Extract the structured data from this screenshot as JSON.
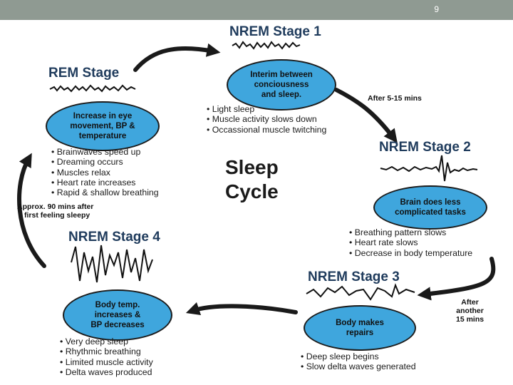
{
  "slide": {
    "number": "9"
  },
  "diagram": {
    "center_title": [
      "Sleep",
      "Cycle"
    ],
    "stages": {
      "nrem1": {
        "title": "NREM Stage 1",
        "bubble": [
          "Interim between",
          "conciousness",
          "and sleep."
        ],
        "bullets": [
          "Light sleep",
          "Muscle activity slows down",
          "Occassional muscle twitching"
        ]
      },
      "nrem2": {
        "title": "NREM Stage 2",
        "bubble": [
          "Brain does less",
          "complicated tasks"
        ],
        "bullets": [
          "Breathing pattern slows",
          "Heart rate slows",
          "Decrease in body temperature"
        ]
      },
      "nrem3": {
        "title": "NREM Stage 3",
        "bubble": [
          "Body makes",
          "repairs"
        ],
        "bullets": [
          "Deep sleep begins",
          "Slow delta waves generated"
        ]
      },
      "nrem4": {
        "title": "NREM Stage 4",
        "bubble": [
          "Body temp.",
          "increases &",
          "BP decreases"
        ],
        "bullets": [
          "Very deep sleep",
          "Rhythmic breathing",
          "Limited muscle activity",
          " Delta waves produced"
        ]
      },
      "rem": {
        "title": "REM Stage",
        "bubble": [
          "Increase in eye",
          "movement, BP &",
          "temperature"
        ],
        "bullets": [
          "Brainwaves speed up",
          "Dreaming occurs",
          "Muscles relax",
          "Heart rate increases",
          "Rapid & shallow breathing"
        ]
      }
    },
    "notes": {
      "after_5_15": "After 5-15 mins",
      "after_another_15": [
        "After",
        "another",
        "15 mins"
      ],
      "approx_90": [
        "Approx. 90 mins after",
        "first feeling sleepy"
      ]
    },
    "colors": {
      "bubble": "#3fa6dd",
      "title": "#1f3b5c",
      "arrow": "#1a1a1a",
      "topbar": "#8f9a92"
    }
  }
}
